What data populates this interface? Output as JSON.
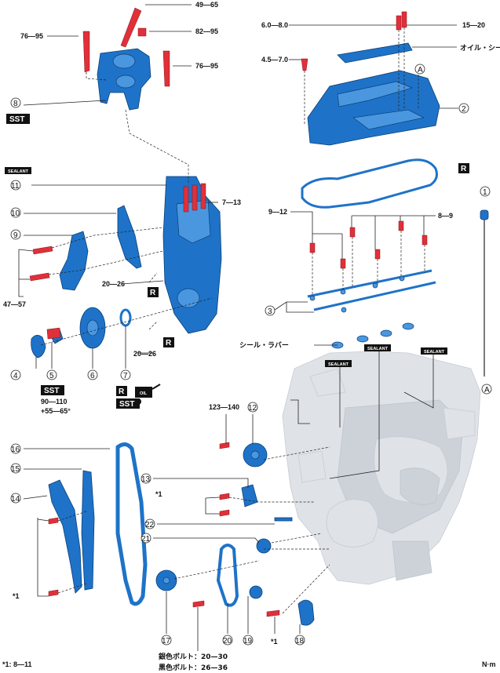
{
  "torque": {
    "t_76_95_a": "76—95",
    "t_49_65": "49—65",
    "t_82_95": "82—95",
    "t_76_95_b": "76—95",
    "t_6_8": "6.0—8.0",
    "t_15_20": "15—20",
    "t_4_5_7": "4.5—7.0",
    "t_7_13": "7—13",
    "t_8_9": "8—9",
    "t_9_12": "9—12",
    "t_47_57": "47—57",
    "t_20_26_a": "20—26",
    "t_20_26_b": "20—26",
    "t_90_110": "90—110",
    "t_55_65": "+55—65°",
    "t_123_140": "123—140"
  },
  "callouts": [
    "1",
    "2",
    "3",
    "4",
    "5",
    "6",
    "7",
    "8",
    "9",
    "10",
    "11",
    "12",
    "13",
    "14",
    "15",
    "16",
    "17",
    "18",
    "19",
    "20",
    "21",
    "22"
  ],
  "tags": {
    "sst": "SST",
    "r": "R",
    "sealant": "SEALANT",
    "oil": "OIL"
  },
  "text": {
    "oil_seal": "オイル・シール",
    "seal_rubber": "シール・ラバー",
    "star1": "*1",
    "note_star1": "*1: 8—11",
    "silver_bolt": "銀色ボルト：20—30",
    "black_bolt": "黒色ボルト：26—36",
    "unit": "N·m",
    "ref_a": "A"
  }
}
